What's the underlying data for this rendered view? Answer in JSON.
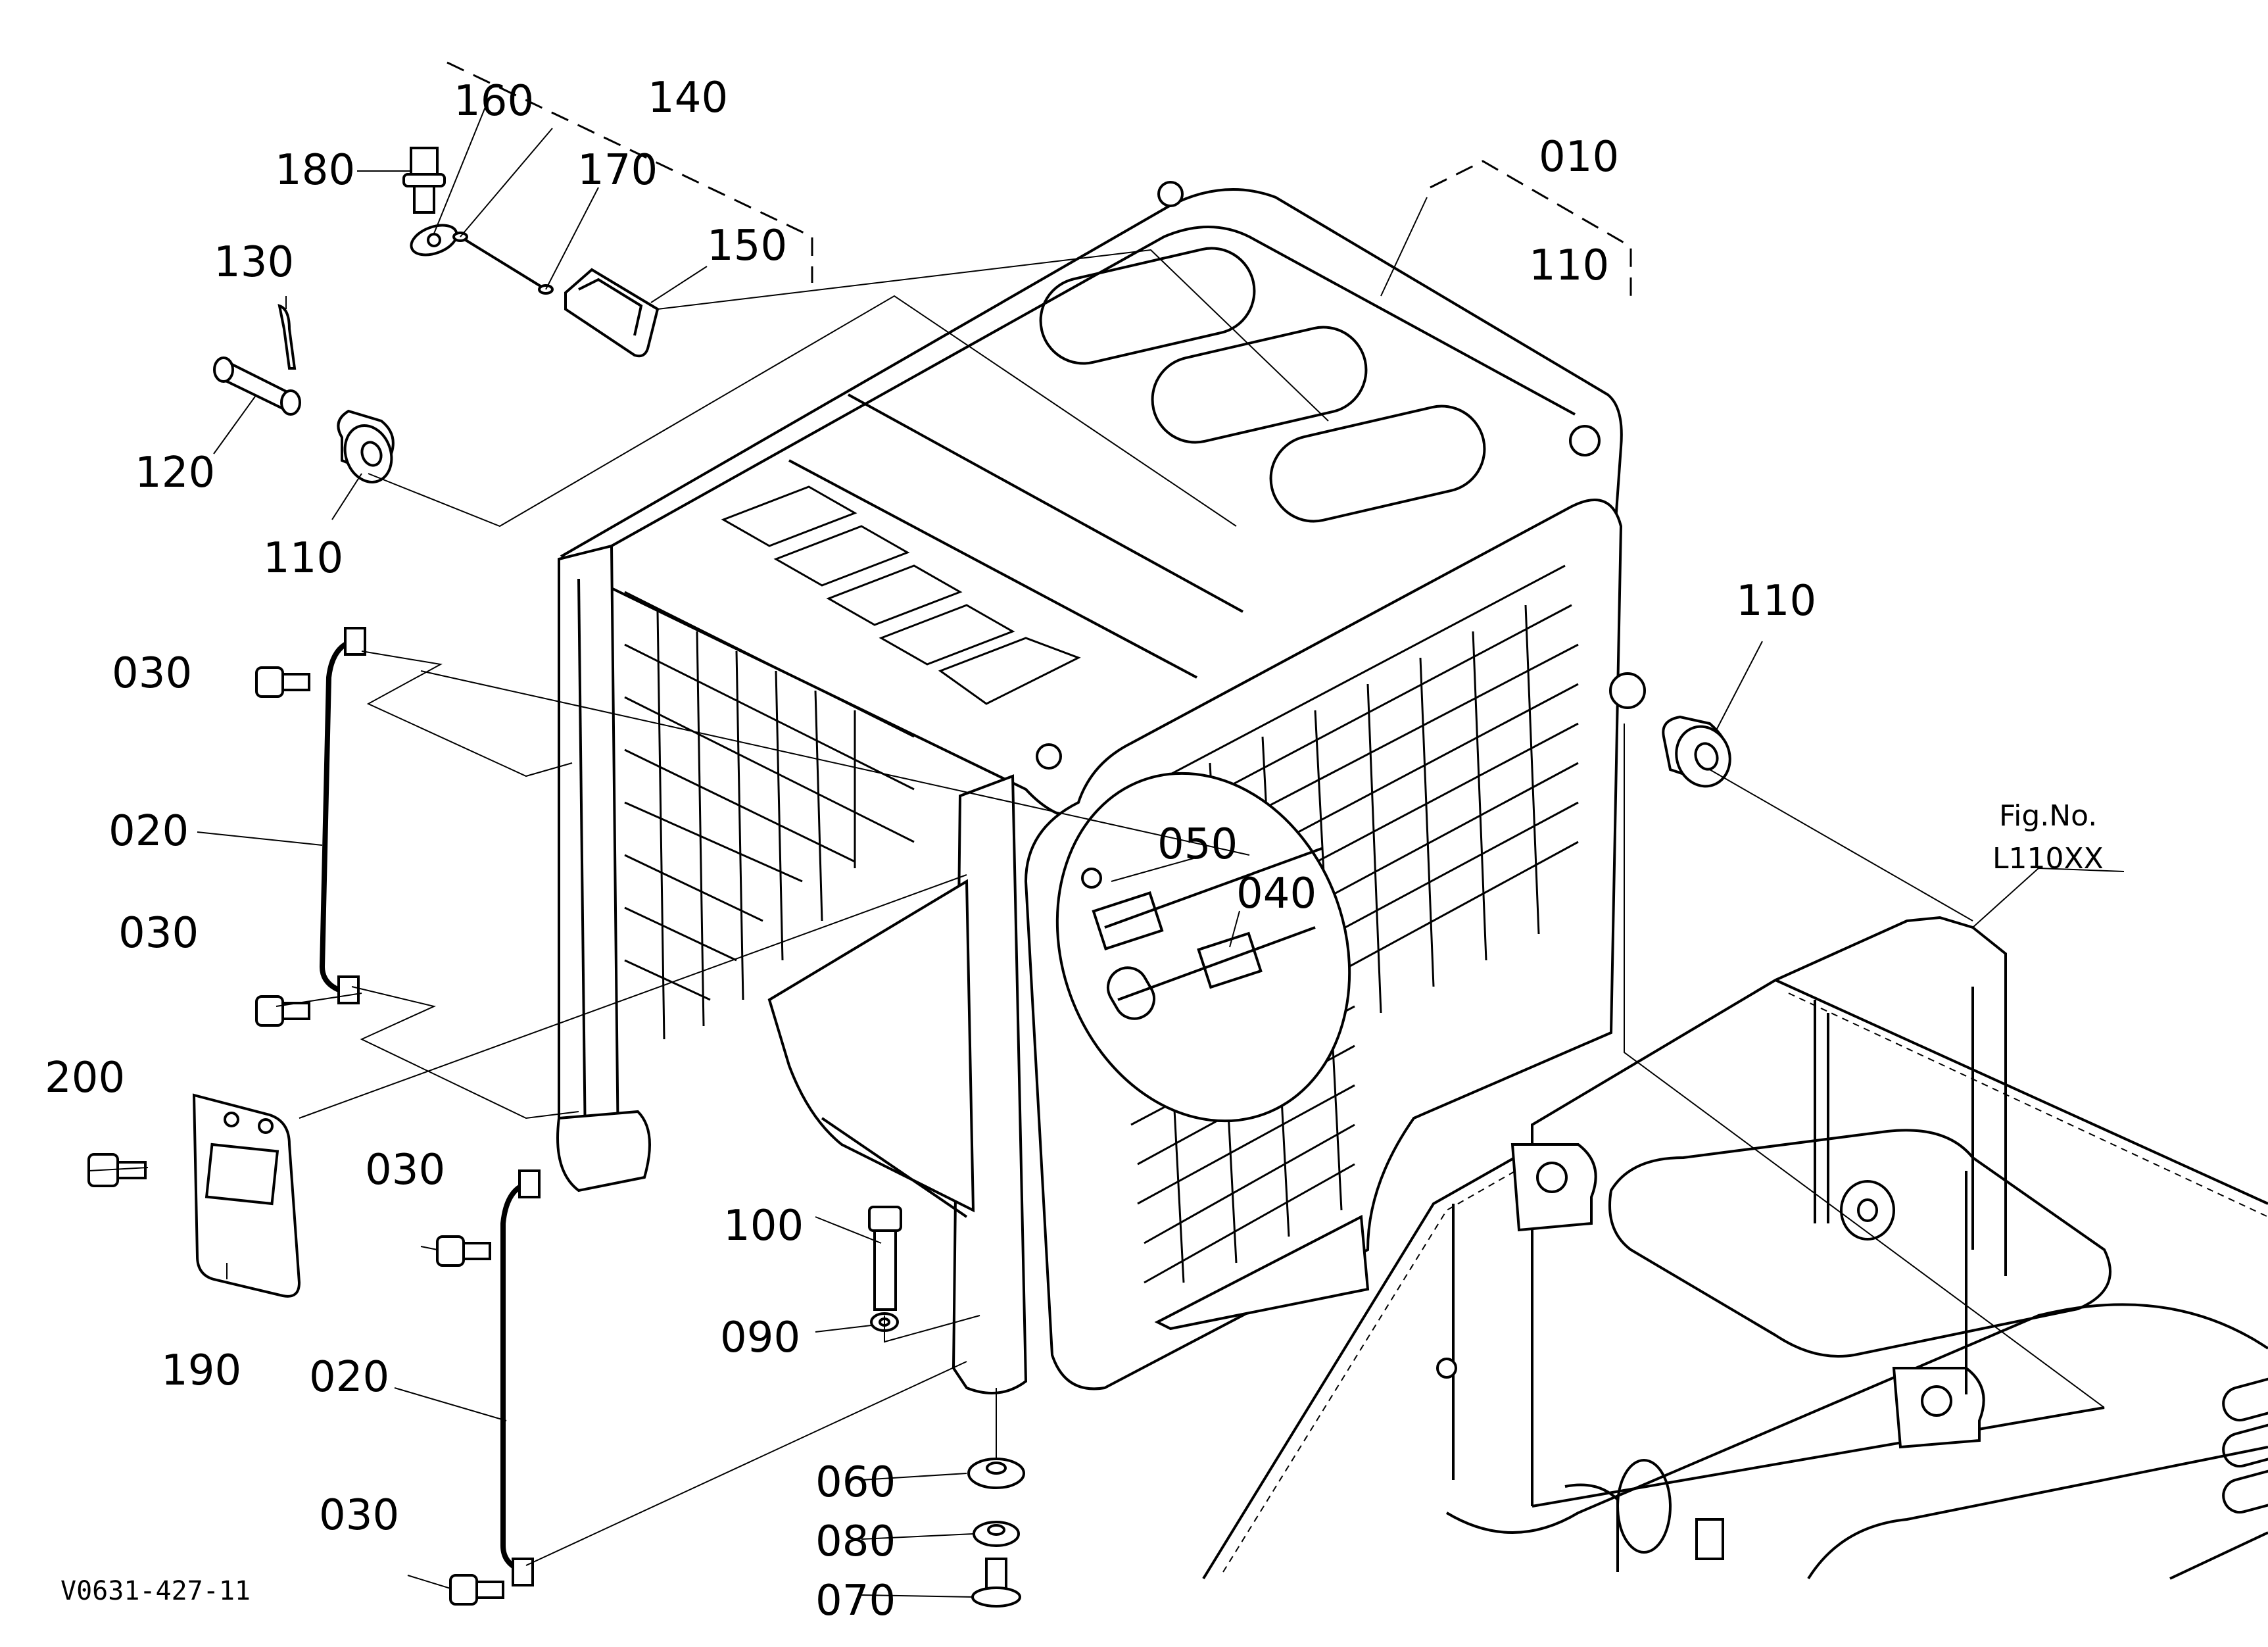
{
  "diagram": {
    "drawing_code": "V0631-427-11",
    "figure_reference": {
      "line1": "Fig.No.",
      "line2": "L110XX"
    },
    "callouts": {
      "c010": "010",
      "c020_upper": "020",
      "c020_lower": "020",
      "c030_a": "030",
      "c030_b": "030",
      "c030_c": "030",
      "c030_d": "030",
      "c040": "040",
      "c050": "050",
      "c060": "060",
      "c070": "070",
      "c080": "080",
      "c090": "090",
      "c100": "100",
      "c110_kit": "110",
      "c110_left": "110",
      "c110_right": "110",
      "c120": "120",
      "c130": "130",
      "c140": "140",
      "c150": "150",
      "c160": "160",
      "c170": "170",
      "c180": "180",
      "c190": "190",
      "c200": "200"
    }
  }
}
